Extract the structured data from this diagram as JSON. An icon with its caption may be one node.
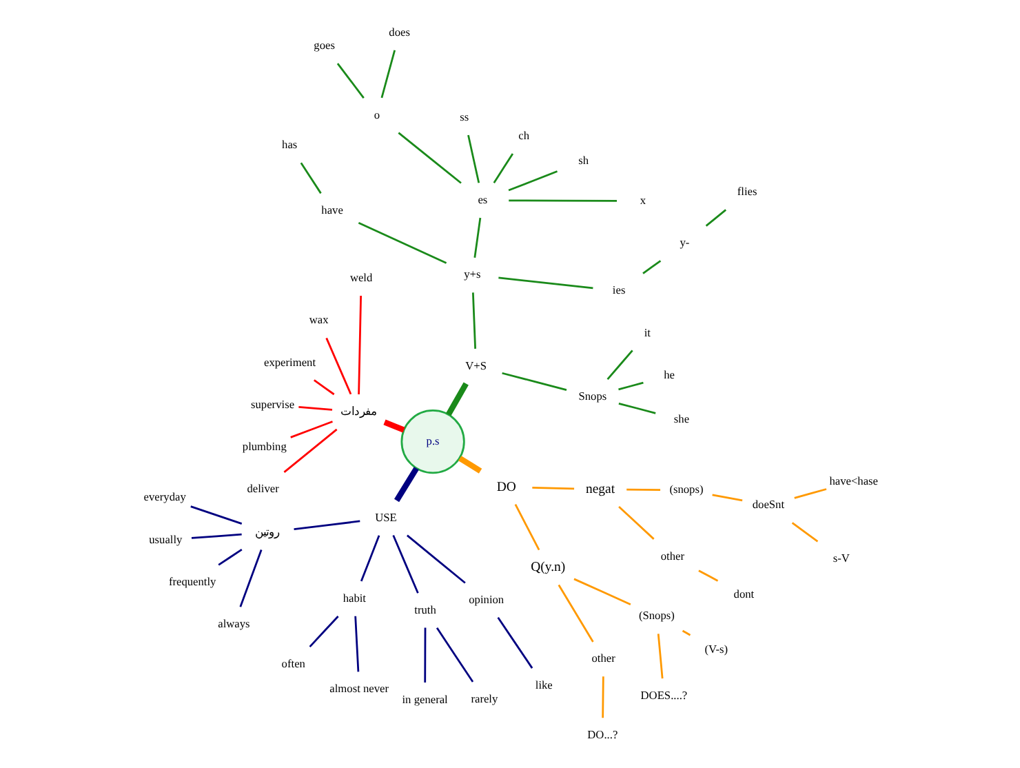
{
  "diagram": {
    "nodes": [
      {
        "text": [
          "p.s"
        ]
      },
      {
        "text": [
          "V+S"
        ]
      },
      {
        "text": [
          "Snops"
        ]
      },
      {
        "text": [
          "she"
        ]
      },
      {
        "text": [
          "he"
        ]
      },
      {
        "text": [
          "it"
        ]
      },
      {
        "text": [
          "y+s"
        ]
      },
      {
        "text": [
          "ies"
        ]
      },
      {
        "text": [
          "y-"
        ]
      },
      {
        "text": [
          "flies"
        ]
      },
      {
        "text": [
          "es"
        ]
      },
      {
        "text": [
          "x"
        ]
      },
      {
        "text": [
          "sh"
        ]
      },
      {
        "text": [
          "ch"
        ]
      },
      {
        "text": [
          "ss"
        ]
      },
      {
        "text": [
          "o"
        ]
      },
      {
        "text": [
          "does"
        ]
      },
      {
        "text": [
          "goes"
        ]
      },
      {
        "text": [
          "have"
        ]
      },
      {
        "text": [
          "has"
        ]
      },
      {
        "text": [
          "مفردات"
        ]
      },
      {
        "text": [
          "weld"
        ]
      },
      {
        "text": [
          "wax"
        ]
      },
      {
        "text": [
          "experiment"
        ]
      },
      {
        "text": [
          "supervise"
        ]
      },
      {
        "text": [
          "plumbing"
        ]
      },
      {
        "text": [
          "deliver"
        ]
      },
      {
        "text": [
          "USE"
        ]
      },
      {
        "text": [
          "روتين"
        ]
      },
      {
        "text": [
          "everyday"
        ]
      },
      {
        "text": [
          "usually"
        ]
      },
      {
        "text": [
          "frequently"
        ]
      },
      {
        "text": [
          "always"
        ]
      },
      {
        "text": [
          "habit"
        ]
      },
      {
        "text": [
          "often"
        ]
      },
      {
        "text": [
          "almost never"
        ]
      },
      {
        "text": [
          "truth"
        ]
      },
      {
        "text": [
          "in general"
        ]
      },
      {
        "text": [
          "rarely"
        ]
      },
      {
        "text": [
          "opinion"
        ]
      },
      {
        "text": [
          "like"
        ]
      },
      {
        "text": [
          "DO"
        ]
      },
      {
        "text": [
          "Q(y.n)"
        ]
      },
      {
        "text": [
          "other"
        ]
      },
      {
        "text": [
          "DO...?"
        ]
      },
      {
        "text": [
          "(Snops)"
        ]
      },
      {
        "text": [
          "DOES....?"
        ]
      },
      {
        "text": [
          "(V-s)"
        ]
      },
      {
        "text": [
          "negat"
        ]
      },
      {
        "text": [
          "other"
        ]
      },
      {
        "text": [
          "dont"
        ]
      },
      {
        "text": [
          "(snops)"
        ]
      },
      {
        "text": [
          "doeSnt"
        ]
      },
      {
        "text": [
          "s-V"
        ]
      },
      {
        "text": [
          "have<hase"
        ]
      }
    ],
    "edges": [
      {
        "from": 0,
        "to": 1,
        "arrow": "none",
        "style": "thick"
      },
      {
        "from": 1,
        "to": 2,
        "arrow": "none"
      },
      {
        "from": 2,
        "to": 3,
        "arrow": "none"
      },
      {
        "from": 2,
        "to": 4,
        "arrow": "none"
      },
      {
        "from": 2,
        "to": 5,
        "arrow": "none"
      },
      {
        "from": 1,
        "to": 6,
        "arrow": "none"
      },
      {
        "from": 6,
        "to": 7,
        "arrow": "none"
      },
      {
        "from": 7,
        "to": 8,
        "arrow": "none"
      },
      {
        "from": 8,
        "to": 9,
        "arrow": "none"
      },
      {
        "from": 6,
        "to": 10,
        "arrow": "none"
      },
      {
        "from": 10,
        "to": 11,
        "arrow": "none"
      },
      {
        "from": 10,
        "to": 12,
        "arrow": "none"
      },
      {
        "from": 10,
        "to": 13,
        "arrow": "none"
      },
      {
        "from": 10,
        "to": 14,
        "arrow": "none"
      },
      {
        "from": 10,
        "to": 15,
        "arrow": "none"
      },
      {
        "from": 15,
        "to": 16,
        "arrow": "none"
      },
      {
        "from": 15,
        "to": 17,
        "arrow": "none"
      },
      {
        "from": 6,
        "to": 18,
        "arrow": "none"
      },
      {
        "from": 18,
        "to": 19,
        "arrow": "none"
      },
      {
        "from": 0,
        "to": 20,
        "arrow": "none",
        "style": "thick",
        "color": "#ff0000"
      },
      {
        "from": 20,
        "to": 21,
        "arrow": "none",
        "color": "#ff0000"
      },
      {
        "from": 20,
        "to": 22,
        "arrow": "none",
        "color": "#ff0000"
      },
      {
        "from": 20,
        "to": 23,
        "arrow": "none",
        "color": "#ff0000"
      },
      {
        "from": 20,
        "to": 24,
        "arrow": "none",
        "color": "#ff0000"
      },
      {
        "from": 20,
        "to": 25,
        "arrow": "none",
        "color": "#ff0000"
      },
      {
        "from": 20,
        "to": 26,
        "arrow": "none",
        "color": "#ff0000"
      },
      {
        "from": 0,
        "to": 27,
        "arrow": "none",
        "style": "thick",
        "color": "#000080"
      },
      {
        "from": 27,
        "to": 28,
        "arrow": "none",
        "color": "#000080"
      },
      {
        "from": 28,
        "to": 29,
        "arrow": "none",
        "color": "#000080"
      },
      {
        "from": 28,
        "to": 30,
        "arrow": "none",
        "color": "#000080"
      },
      {
        "from": 28,
        "to": 31,
        "arrow": "none",
        "color": "#000080"
      },
      {
        "from": 28,
        "to": 32,
        "arrow": "none",
        "color": "#000080"
      },
      {
        "from": 27,
        "to": 33,
        "arrow": "none",
        "color": "#000080"
      },
      {
        "from": 33,
        "to": 34,
        "arrow": "none",
        "color": "#000080"
      },
      {
        "from": 33,
        "to": 35,
        "arrow": "none",
        "color": "#000080"
      },
      {
        "from": 27,
        "to": 36,
        "arrow": "none",
        "color": "#000080"
      },
      {
        "from": 36,
        "to": 37,
        "arrow": "none",
        "color": "#000080"
      },
      {
        "from": 36,
        "to": 38,
        "arrow": "none",
        "color": "#000080"
      },
      {
        "from": 27,
        "to": 39,
        "arrow": "none",
        "color": "#000080"
      },
      {
        "from": 39,
        "to": 40,
        "arrow": "none",
        "color": "#000080"
      },
      {
        "from": 0,
        "to": 41,
        "arrow": "none",
        "style": "thick",
        "color": "#ff9900"
      },
      {
        "from": 41,
        "to": 42,
        "arrow": "none",
        "color": "#ff9900"
      },
      {
        "from": 42,
        "to": 43,
        "arrow": "none",
        "color": "#ff9900"
      },
      {
        "from": 43,
        "to": 44,
        "arrow": "none",
        "color": "#ff9900"
      },
      {
        "from": 42,
        "to": 45,
        "arrow": "none",
        "color": "#ff9900"
      },
      {
        "from": 45,
        "to": 46,
        "arrow": "none",
        "color": "#ff9900"
      },
      {
        "from": 45,
        "to": 47,
        "arrow": "none",
        "color": "#ff9900"
      },
      {
        "from": 41,
        "to": 48,
        "arrow": "none",
        "color": "#ff9900"
      },
      {
        "from": 48,
        "to": 49,
        "arrow": "none",
        "color": "#ff9900"
      },
      {
        "from": 49,
        "to": 50,
        "arrow": "none",
        "color": "#ff9900"
      },
      {
        "from": 48,
        "to": 51,
        "arrow": "none",
        "color": "#ff9900"
      },
      {
        "from": 51,
        "to": 52,
        "arrow": "none",
        "color": "#ff9900"
      },
      {
        "from": 52,
        "to": 53,
        "arrow": "none",
        "color": "#ff9900"
      },
      {
        "from": 52,
        "to": 54,
        "arrow": "none",
        "color": "#ff9900"
      }
    ]
  }
}
